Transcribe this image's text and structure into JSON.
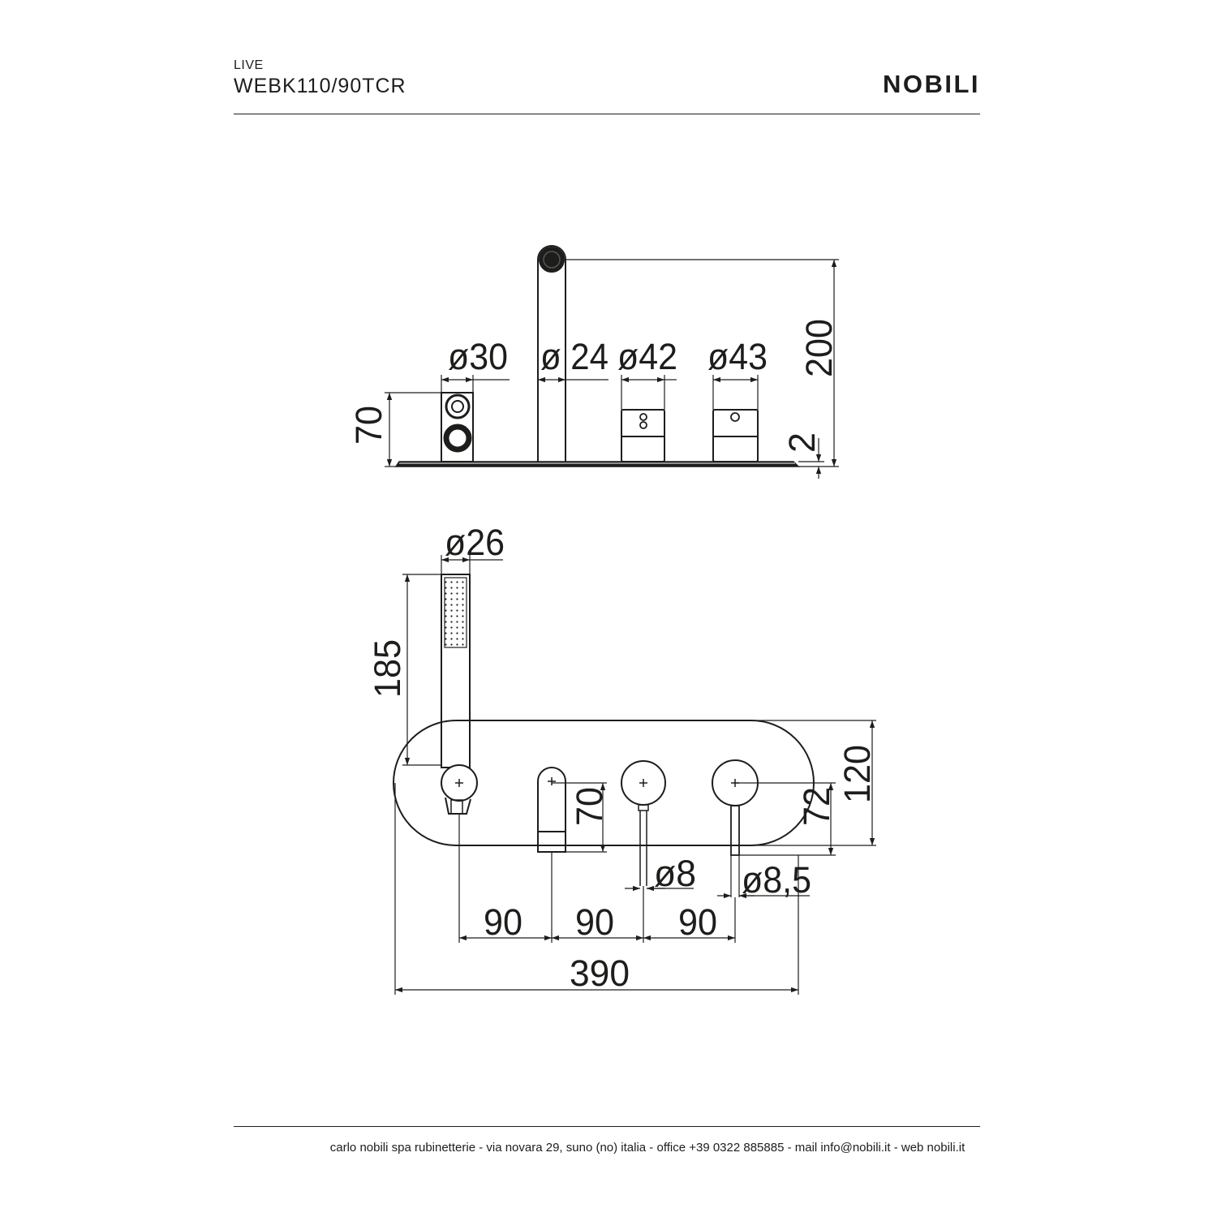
{
  "header": {
    "series": "LIVE",
    "model": "WEBK110/90TCR",
    "brand": "NOBILI"
  },
  "footer": {
    "text": "carlo nobili spa rubinetterie - via novara 29, suno (no) italia - office +39 0322 885885 - mail info@nobili.it - web nobili.it"
  },
  "dimensions": {
    "side_view": {
      "handshower_diameter": "ø30",
      "spout_diameter": "ø 24",
      "knob_left_diameter": "ø42",
      "knob_right_diameter": "ø43",
      "total_height": "200",
      "left_height": "70",
      "plate_thickness": "2"
    },
    "front_view": {
      "handshower_diameter": "ø26",
      "handshower_height": "185",
      "plate_height": "120",
      "spout_length": "70",
      "lever_height": "72",
      "lever_left_diameter": "ø8",
      "lever_right_diameter": "ø8,5",
      "spacing_1": "90",
      "spacing_2": "90",
      "spacing_3": "90",
      "total_width": "390"
    }
  }
}
